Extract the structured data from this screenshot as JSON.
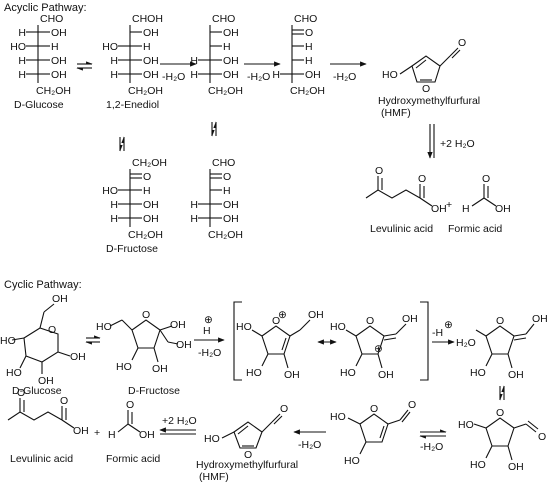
{
  "sections": {
    "acyclic_title": "Acyclic Pathway:",
    "cyclic_title": "Cyclic Pathway:"
  },
  "acyclic": {
    "glucose": {
      "top": "CHO",
      "rows": [
        [
          "H",
          "OH"
        ],
        [
          "HO",
          "H"
        ],
        [
          "H",
          "OH"
        ],
        [
          "H",
          "OH"
        ]
      ],
      "bottom": "CH₂OH",
      "name": "D-Glucose"
    },
    "enediol": {
      "top": "CHOH",
      "rows": [
        [
          "",
          "OH"
        ],
        [
          "HO",
          "H"
        ],
        [
          "H",
          "OH"
        ],
        [
          "H",
          "OH"
        ]
      ],
      "bottom": "CH₂OH",
      "name": "1,2-Enediol"
    },
    "fructose": {
      "top": "CH₂OH",
      "rows": [
        [
          "",
          "O"
        ],
        [
          "HO",
          "H"
        ],
        [
          "H",
          "OH"
        ],
        [
          "H",
          "OH"
        ]
      ],
      "bottom": "CH₂OH",
      "name": "D-Fructose"
    },
    "intermediate_1": {
      "top": "CHO",
      "rows": [
        [
          "",
          "OH"
        ],
        [
          "",
          "H"
        ],
        [
          "H",
          "OH"
        ],
        [
          "H",
          "OH"
        ]
      ],
      "bottom": "CH₂OH"
    },
    "intermediate_1b": {
      "top": "CHO",
      "rows": [
        [
          "",
          "O"
        ],
        [
          "",
          "H"
        ],
        [
          "H",
          "OH"
        ],
        [
          "H",
          "OH"
        ]
      ],
      "bottom": "CH₂OH"
    },
    "intermediate_2": {
      "top": "CHO",
      "rows": [
        [
          "",
          "O"
        ],
        [
          "",
          "H"
        ],
        [
          "",
          "H"
        ],
        [
          "H",
          "OH"
        ]
      ],
      "bottom": "CH₂OH"
    },
    "minus_water": "-H₂O",
    "plus_water": "+2 H₂O",
    "hmf_name": "Hydroxymethylfurfural",
    "hmf_abbr": "(HMF)",
    "levulinic_label": "Levulinic acid",
    "formic_label": "Formic acid",
    "plus": "+",
    "o_atom": "O",
    "oh_group": "OH",
    "h_atom": "H",
    "ho_group": "HO"
  },
  "cyclic": {
    "glucose_label": "D-Glucose",
    "fructose_label": "D-Fructose",
    "h_plus": "H",
    "plus_charge": "⊕",
    "minus_water": "-H₂O",
    "minus_h_plus": "-H",
    "plus_water": "+2 H₂O",
    "hmf_name": "Hydroxymethylfurfural",
    "hmf_abbr": "(HMF)",
    "levulinic_label": "Levulinic acid",
    "formic_label": "Formic acid",
    "plus": "+",
    "o_atom": "O",
    "oh_group": "OH",
    "ho_group": "HO",
    "h_atom": "H",
    "h2o_group": "H₂O"
  }
}
